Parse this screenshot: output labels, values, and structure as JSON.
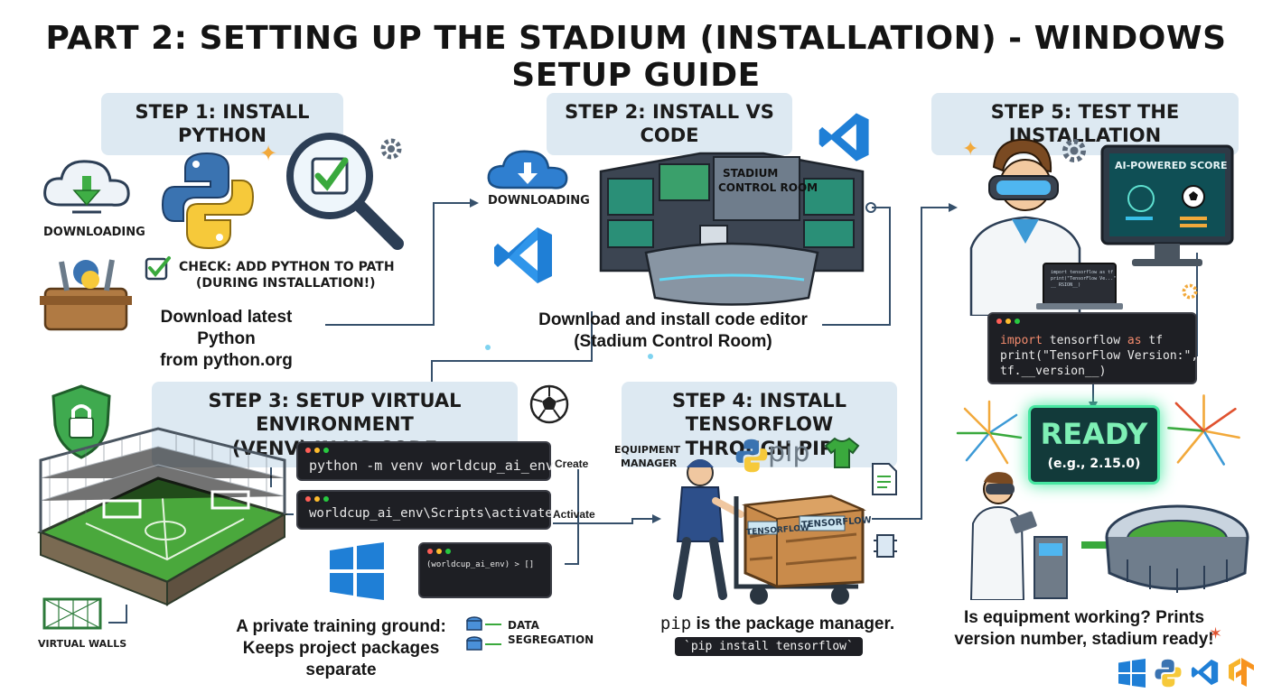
{
  "title": "PART 2: SETTING UP THE STADIUM (INSTALLATION) - WINDOWS SETUP GUIDE",
  "step1": {
    "label": "STEP 1: INSTALL PYTHON",
    "downloading": "DOWNLOADING",
    "check_line1": "CHECK: ADD PYTHON TO PATH",
    "check_line2": "(DURING INSTALLATION!)",
    "caption_line1": "Download latest Python",
    "caption_line2": "from python.org"
  },
  "step2": {
    "label": "STEP 2: INSTALL VS CODE",
    "downloading": "DOWNLOADING",
    "room_line1": "STADIUM",
    "room_line2": "CONTROL ROOM",
    "caption_line1": "Download and install code editor",
    "caption_line2": "(Stadium Control Room)"
  },
  "step3": {
    "label_line1": "STEP 3: SETUP VIRTUAL ENVIRONMENT",
    "label_line2": "(VENV) IN VS CODE",
    "cmd_create": "python -m venv worldcup_ai_env",
    "cmd_create_note": "Create",
    "cmd_activate": "worldcup_ai_env\\Scripts\\activate",
    "cmd_activate_note": "Activate",
    "prompt": "(worldcup_ai_env) > []",
    "virtual_walls": "VIRTUAL WALLS",
    "caption_line1": "A private training ground:",
    "caption_line2": "Keeps project packages separate",
    "data_seg_line1": "DATA",
    "data_seg_line2": "SEGREGATION"
  },
  "step4": {
    "label_line1": "STEP 4: INSTALL TENSORFLOW",
    "label_line2": "THROUGH PIP",
    "equipment_line1": "EQUIPMENT",
    "equipment_line2": "MANAGER",
    "pip_logo": "pip",
    "crate_label_left": "TENSORFLOW",
    "crate_label_right": "TENSORFLOW",
    "caption_code": "pip",
    "caption_rest": " is the package manager.",
    "command": "`pip install tensorflow`"
  },
  "step5": {
    "label": "STEP 5: TEST THE INSTALLATION",
    "score_title": "AI-POWERED SCORE",
    "code_line1_kw": "import",
    "code_line1_mod": " tensorflow ",
    "code_line1_as": "as",
    "code_line1_alias": " tf",
    "code_line2": "print(\"TensorFlow Version:\",",
    "code_line3": "tf.__version__)",
    "laptop_line1": "import tensorflow as tf",
    "laptop_line2": "print(\"TensorFlow Ve...\"",
    "laptop_line3": "  __ RSION__)",
    "ready": "READY",
    "ready_sub": "(e.g., 2.15.0)",
    "caption_line1": "Is equipment working? Prints",
    "caption_line2": "version number, stadium ready!"
  },
  "colors": {
    "label_bg": "#dde9f2",
    "python_blue": "#3a73b1",
    "python_yellow": "#f6c93a",
    "vscode_blue": "#1f7fd6",
    "ready_green": "#2fd07a",
    "check_green": "#3aa93d",
    "terminal_bg": "#1e1f24"
  },
  "icons": [
    "cloud-download-icon",
    "python-icon",
    "magnifier-check-icon",
    "gear-icon",
    "toolbelt-icon",
    "vscode-icon",
    "shield-lock-icon",
    "soccer-ball-icon",
    "windows-icon",
    "database-icon",
    "pip-icon",
    "tshirt-icon",
    "document-icon",
    "vr-headset-icon",
    "monitor-icon",
    "fireworks-icon",
    "stadium-icon",
    "tensorflow-icon"
  ]
}
